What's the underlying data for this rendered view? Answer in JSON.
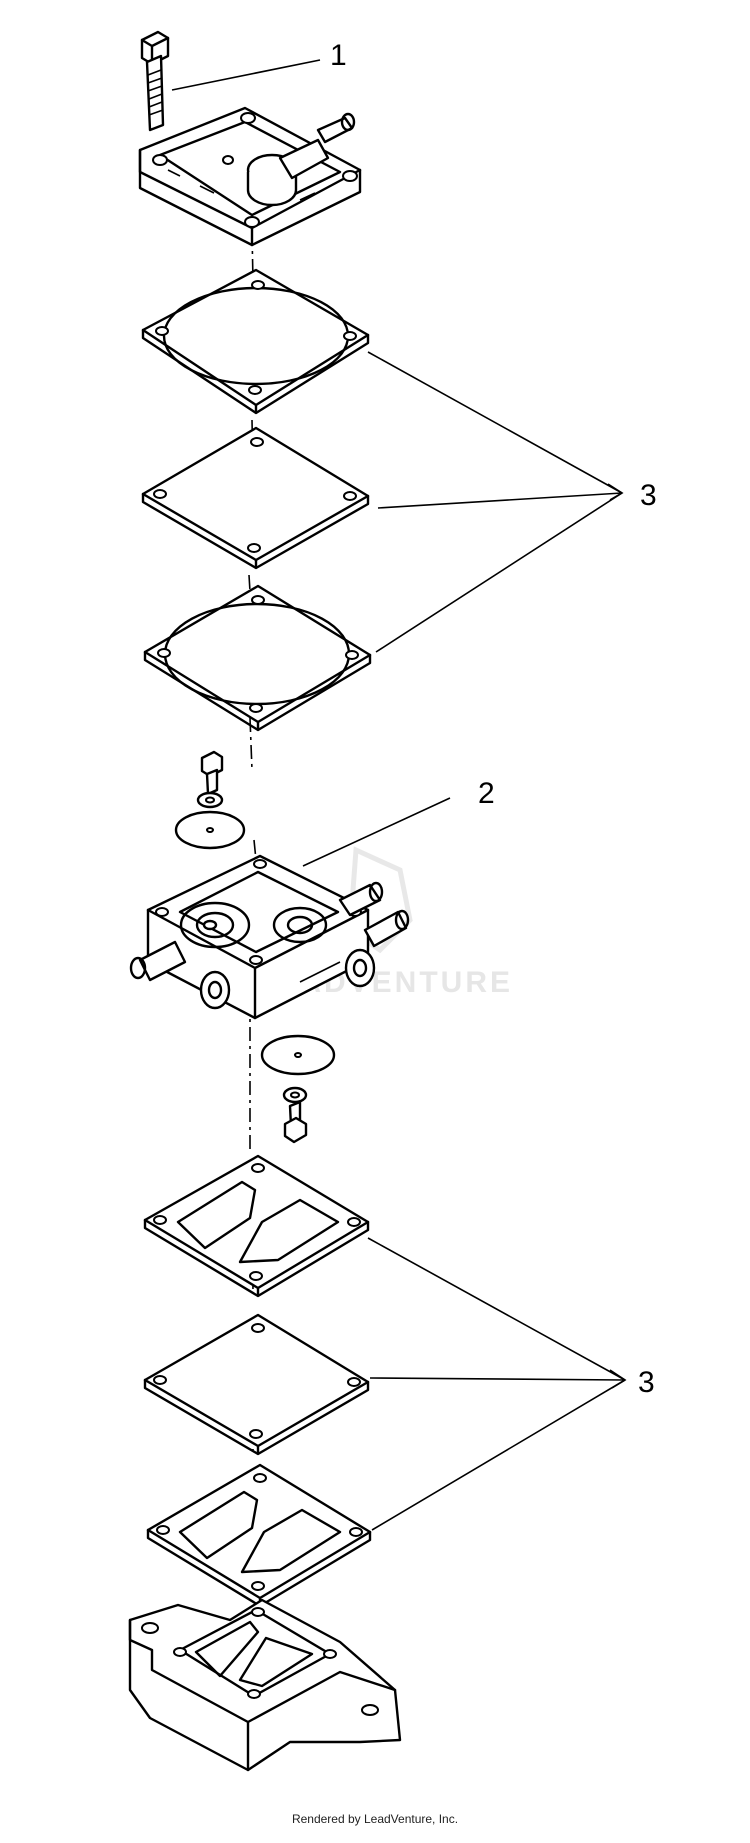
{
  "callouts": {
    "item_1": "1",
    "item_2": "2",
    "item_3_upper": "3",
    "item_3_lower": "3"
  },
  "watermark": "LEADVENTURE",
  "footer": "Rendered by LeadVenture, Inc."
}
